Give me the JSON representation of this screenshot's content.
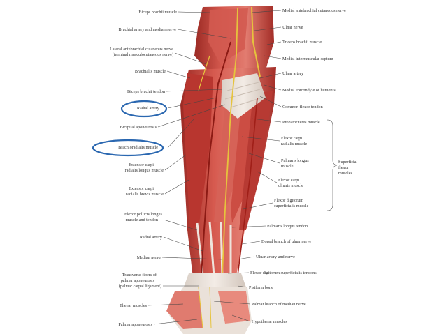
{
  "left_labels": [
    "Biceps brachii muscle",
    "Brachial artery and median nerve",
    "Lateral antebrachial cutaneous nerve",
    "(terminal musculocutaneous nerve)",
    "Brachialis muscle",
    "Biceps brachii tendon",
    "Radial artery",
    "Bicipital aponeurosis",
    "Brachioradialis muscle",
    "Extensor carpi",
    "radialis longus muscle",
    "Extensor carpi",
    "radialis brevis muscle",
    "Flexor pollicis longus",
    "muscle and tendon",
    "Radial artery",
    "Median nerve",
    "Transverse fibers of",
    "palmar aponeurosis",
    "(palmar carpal ligament)",
    "Thenar muscles",
    "Palmar aponeurosis"
  ],
  "right_labels": [
    "Medial antebrachial cutaneous nerve",
    "Ulnar nerve",
    "Triceps brachii muscle",
    "Medial intermuscular septum",
    "Ulnar artery",
    "Medial epicondyle of humerus",
    "Common flexor tendon",
    "Pronator teres muscle",
    "Flexor carpi",
    "radialis muscle",
    "Palmaris longus",
    "muscle",
    "Flexor carpi",
    "ulnaris muscle",
    "Flexor digitorum",
    "superficialis muscle",
    "Palmaris longus tendon",
    "Dorsal branch of ulnar nerve",
    "Ulnar artery and nerve",
    "Flexor digitorum superficialis tendons",
    "Pisiform bone",
    "Palmar branch of median nerve",
    "Hypothenar muscles"
  ],
  "group_label": [
    "Superficial",
    "flexor",
    "muscles"
  ],
  "colors": {
    "muscle": "#c9433d",
    "muscle_light": "#e7857a",
    "muscle_dark": "#8e2420",
    "tendon": "#eadfd6",
    "nerve": "#e6c33c",
    "artery": "#b3261f",
    "highlight": "#2a67b0"
  }
}
